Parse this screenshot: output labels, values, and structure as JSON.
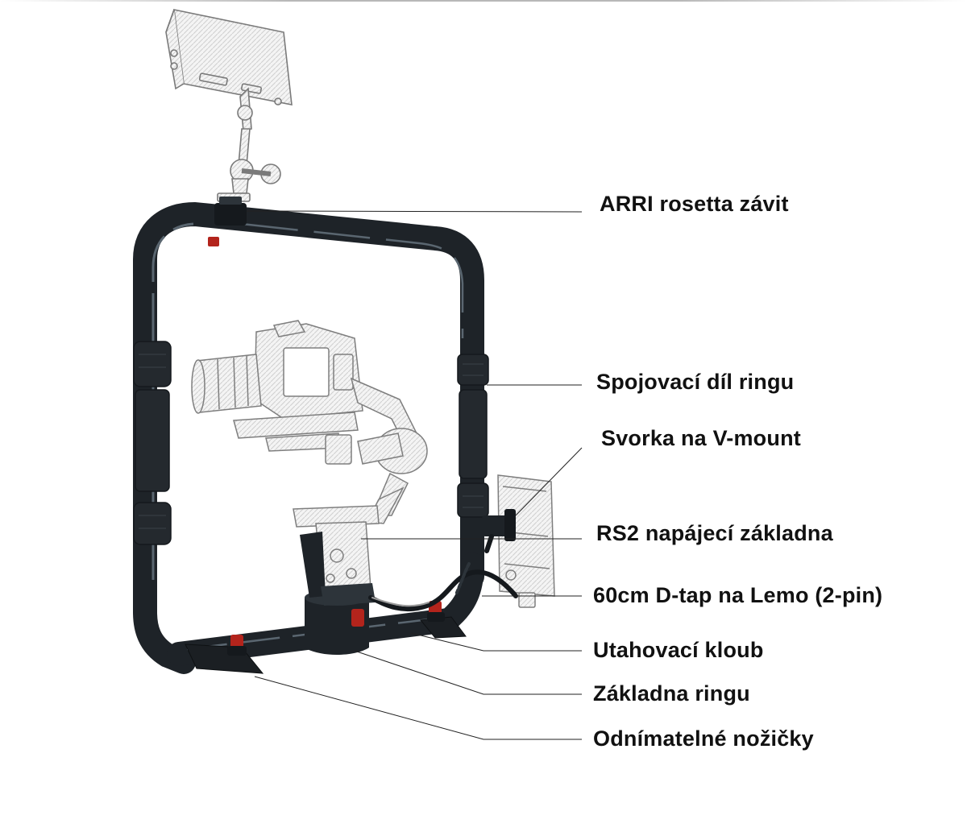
{
  "colors": {
    "ring": "#1e2328",
    "ring_highlight": "#5a6670",
    "grip": "#24292e",
    "accent_red": "#b3241c",
    "sketch": "#8a8a8a",
    "leader": "#222222",
    "label": "#111111"
  },
  "labels": {
    "arri": "ARRI rosetta závit",
    "connector": "Spojovací díl ringu",
    "vmount_clamp": "Svorka na V-mount",
    "power_base": "RS2 napájecí základna",
    "dtap": "60cm D-tap na Lemo (2-pin)",
    "tightening": "Utahovací kloub",
    "ring_base": "Základna ringu",
    "feet": "Odnímatelné nožičky"
  }
}
